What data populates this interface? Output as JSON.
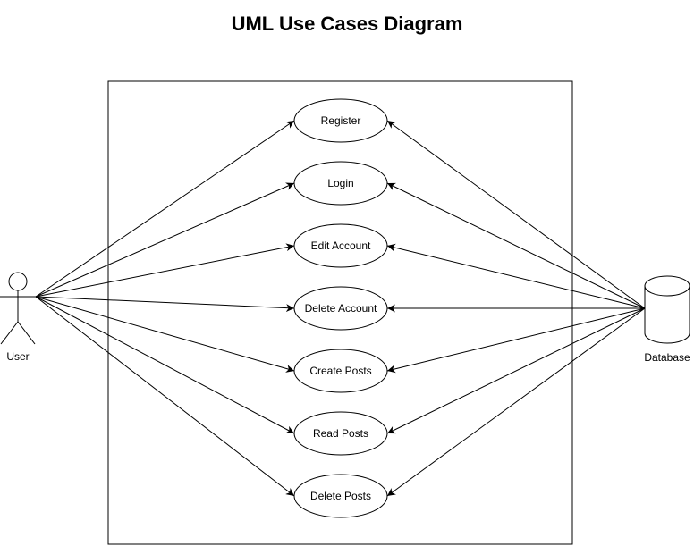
{
  "title": "UML Use Cases Diagram",
  "actors": {
    "user": "User",
    "database": "Database"
  },
  "use_cases": [
    "Register",
    "Login",
    "Edit Account",
    "Delete Account",
    "Create Posts",
    "Read Posts",
    "Delete Posts"
  ],
  "colors": {
    "stroke": "#000000",
    "fill": "#ffffff"
  }
}
